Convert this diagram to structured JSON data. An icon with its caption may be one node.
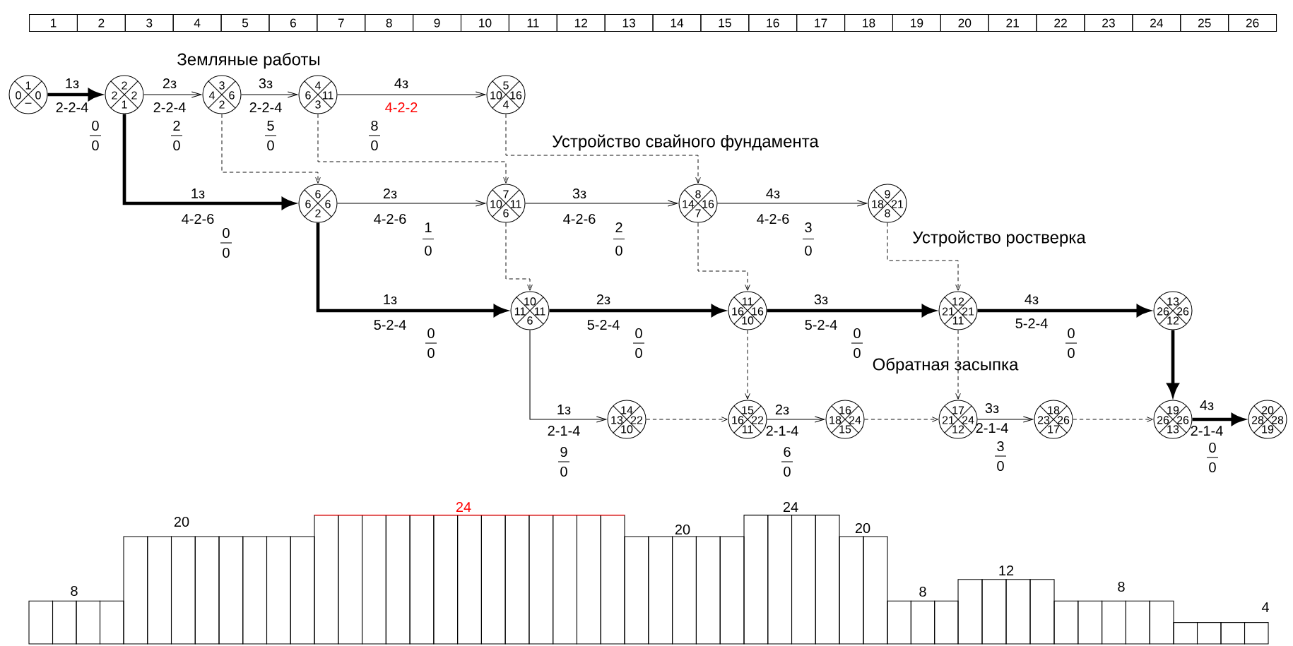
{
  "diagram": {
    "nodes": [
      {
        "text": [
          "1",
          "0",
          "0",
          "–"
        ]
      },
      {
        "text": [
          "2",
          "2",
          "2",
          "1"
        ]
      },
      {
        "text": [
          "3",
          "4",
          "6",
          "2"
        ]
      },
      {
        "text": [
          "4",
          "6",
          "11",
          "3"
        ]
      },
      {
        "text": [
          "5",
          "10",
          "16",
          "4"
        ]
      },
      {
        "text": [
          "6",
          "6",
          "6",
          "2"
        ]
      },
      {
        "text": [
          "7",
          "10",
          "11",
          "6"
        ]
      },
      {
        "text": [
          "8",
          "14",
          "16",
          "7"
        ]
      },
      {
        "text": [
          "9",
          "18",
          "21",
          "8"
        ]
      },
      {
        "text": [
          "10",
          "11",
          "11",
          "6"
        ]
      },
      {
        "text": [
          "11",
          "16",
          "16",
          "10"
        ]
      },
      {
        "text": [
          "12",
          "21",
          "21",
          "11"
        ]
      },
      {
        "text": [
          "13",
          "26",
          "26",
          "12"
        ]
      },
      {
        "text": [
          "14",
          "13",
          "22",
          "10"
        ]
      },
      {
        "text": [
          "15",
          "16",
          "22",
          "11"
        ]
      },
      {
        "text": [
          "16",
          "18",
          "24",
          "15"
        ]
      },
      {
        "text": [
          "17",
          "21",
          "24",
          "12"
        ]
      },
      {
        "text": [
          "18",
          "23",
          "26",
          "17"
        ]
      },
      {
        "text": [
          "19",
          "26",
          "26",
          "13"
        ]
      },
      {
        "text": [
          "20",
          "28",
          "28",
          "19"
        ]
      }
    ],
    "edges": [
      {
        "from": 0,
        "to": 1,
        "arrow": "to",
        "label": "1з",
        "style": "thick"
      },
      {
        "from": 1,
        "to": 2,
        "arrow": "to",
        "label": "2з"
      },
      {
        "from": 2,
        "to": 3,
        "arrow": "to",
        "label": "3з"
      },
      {
        "from": 3,
        "to": 4,
        "arrow": "to",
        "label": "4з"
      },
      {
        "from": 1,
        "to": 5,
        "arrow": "to",
        "label": "1з",
        "style": "thick"
      },
      {
        "from": 5,
        "to": 6,
        "arrow": "to",
        "label": "2з"
      },
      {
        "from": 6,
        "to": 7,
        "arrow": "to",
        "label": "3з"
      },
      {
        "from": 7,
        "to": 8,
        "arrow": "to",
        "label": "4з"
      },
      {
        "from": 5,
        "to": 9,
        "arrow": "to",
        "label": "1з",
        "style": "thick"
      },
      {
        "from": 9,
        "to": 10,
        "arrow": "to",
        "label": "2з",
        "style": "thick"
      },
      {
        "from": 10,
        "to": 11,
        "arrow": "to",
        "label": "3з",
        "style": "thick"
      },
      {
        "from": 11,
        "to": 12,
        "arrow": "to",
        "label": "4з",
        "style": "thick"
      },
      {
        "from": 9,
        "to": 13,
        "arrow": "to",
        "label": "1з"
      },
      {
        "from": 14,
        "to": 15,
        "arrow": "to",
        "label": "2з"
      },
      {
        "from": 16,
        "to": 17,
        "arrow": "to",
        "label": "3з"
      },
      {
        "from": 18,
        "to": 19,
        "arrow": "to",
        "label": "4з",
        "style": "thick"
      },
      {
        "from": 2,
        "to": 5,
        "arrow": "to",
        "style": "dashed"
      },
      {
        "from": 3,
        "to": 6,
        "arrow": "to",
        "style": "dashed"
      },
      {
        "from": 4,
        "to": 7,
        "arrow": "to",
        "style": "dashed"
      },
      {
        "from": 6,
        "to": 9,
        "arrow": "to",
        "style": "dashed"
      },
      {
        "from": 7,
        "to": 10,
        "arrow": "to",
        "style": "dashed"
      },
      {
        "from": 8,
        "to": 11,
        "arrow": "to",
        "style": "dashed"
      },
      {
        "from": 10,
        "to": 14,
        "arrow": "to",
        "style": "dashed"
      },
      {
        "from": 11,
        "to": 16,
        "arrow": "to",
        "style": "dashed"
      },
      {
        "from": 12,
        "to": 18,
        "arrow": "to",
        "style": "thick"
      },
      {
        "from": 13,
        "to": 14,
        "arrow": "to",
        "style": "dashed"
      },
      {
        "from": 15,
        "to": 16,
        "arrow": "to",
        "style": "dashed"
      },
      {
        "from": 17,
        "to": 18,
        "arrow": "to",
        "style": "dashed"
      }
    ],
    "labels": [
      "1",
      "2",
      "3",
      "4",
      "5",
      "6",
      "7",
      "8",
      "9",
      "10",
      "11",
      "12",
      "13",
      "14",
      "15",
      "16",
      "17",
      "18",
      "19",
      "20",
      "21",
      "22",
      "23",
      "24",
      "25",
      "26",
      "Земляные работы",
      "2-2-4",
      "0",
      "0",
      "2-2-4",
      "2",
      "0",
      "2-2-4",
      "5",
      "0",
      "4-2-2",
      "8",
      "0",
      "Устройство свайного фундамента",
      "4-2-6",
      "0",
      "0",
      "4-2-6",
      "1",
      "0",
      "4-2-6",
      "2",
      "0",
      "4-2-6",
      "3",
      "0",
      "Устройство ростверка",
      "5-2-4",
      "0",
      "0",
      "5-2-4",
      "0",
      "0",
      "5-2-4",
      "0",
      "0",
      "5-2-4",
      "0",
      "0",
      "Обратная засыпка",
      "2-1-4",
      "9",
      "0",
      "2-1-4",
      "6",
      "0",
      "2-1-4",
      "3",
      "0",
      "2-1-4",
      "0",
      "0",
      "8",
      "20",
      "24",
      "20",
      "24",
      "20",
      "8",
      "12",
      "8",
      "4"
    ]
  }
}
